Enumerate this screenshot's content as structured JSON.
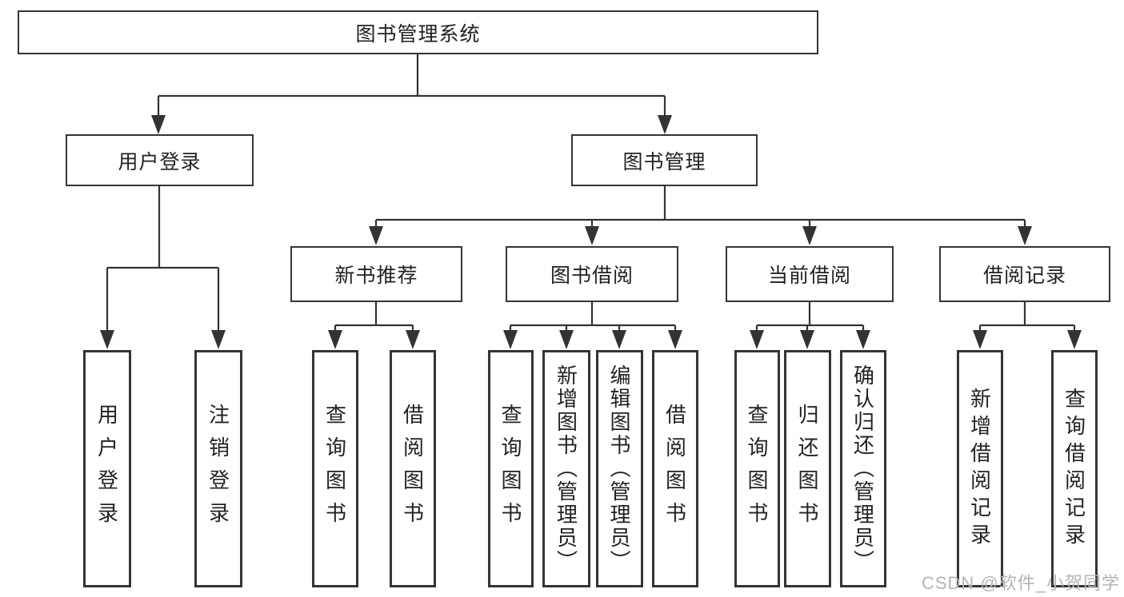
{
  "diagram": {
    "title": "图书管理系统",
    "branches": [
      {
        "label": "用户登录",
        "children": [
          "用户登录",
          "注销登录"
        ]
      },
      {
        "label": "图书管理",
        "groups": [
          {
            "label": "新书推荐",
            "children": [
              "查询图书",
              "借阅图书"
            ]
          },
          {
            "label": "图书借阅",
            "children": [
              "查询图书",
              "新增图书（管理员）",
              "编辑图书（管理员）",
              "借阅图书"
            ]
          },
          {
            "label": "当前借阅",
            "children": [
              "查询图书",
              "归还图书",
              "确认归还（管理员）"
            ]
          },
          {
            "label": "借阅记录",
            "children": [
              "新增借阅记录",
              "查询借阅记录"
            ]
          }
        ]
      }
    ]
  },
  "watermark": {
    "text": "CSDN @软件_小贺同学",
    "color": "#b4b4b4"
  },
  "colors": {
    "line": "#333333",
    "box_border": "#343434",
    "text": "#222222",
    "background": "#ffffff"
  }
}
